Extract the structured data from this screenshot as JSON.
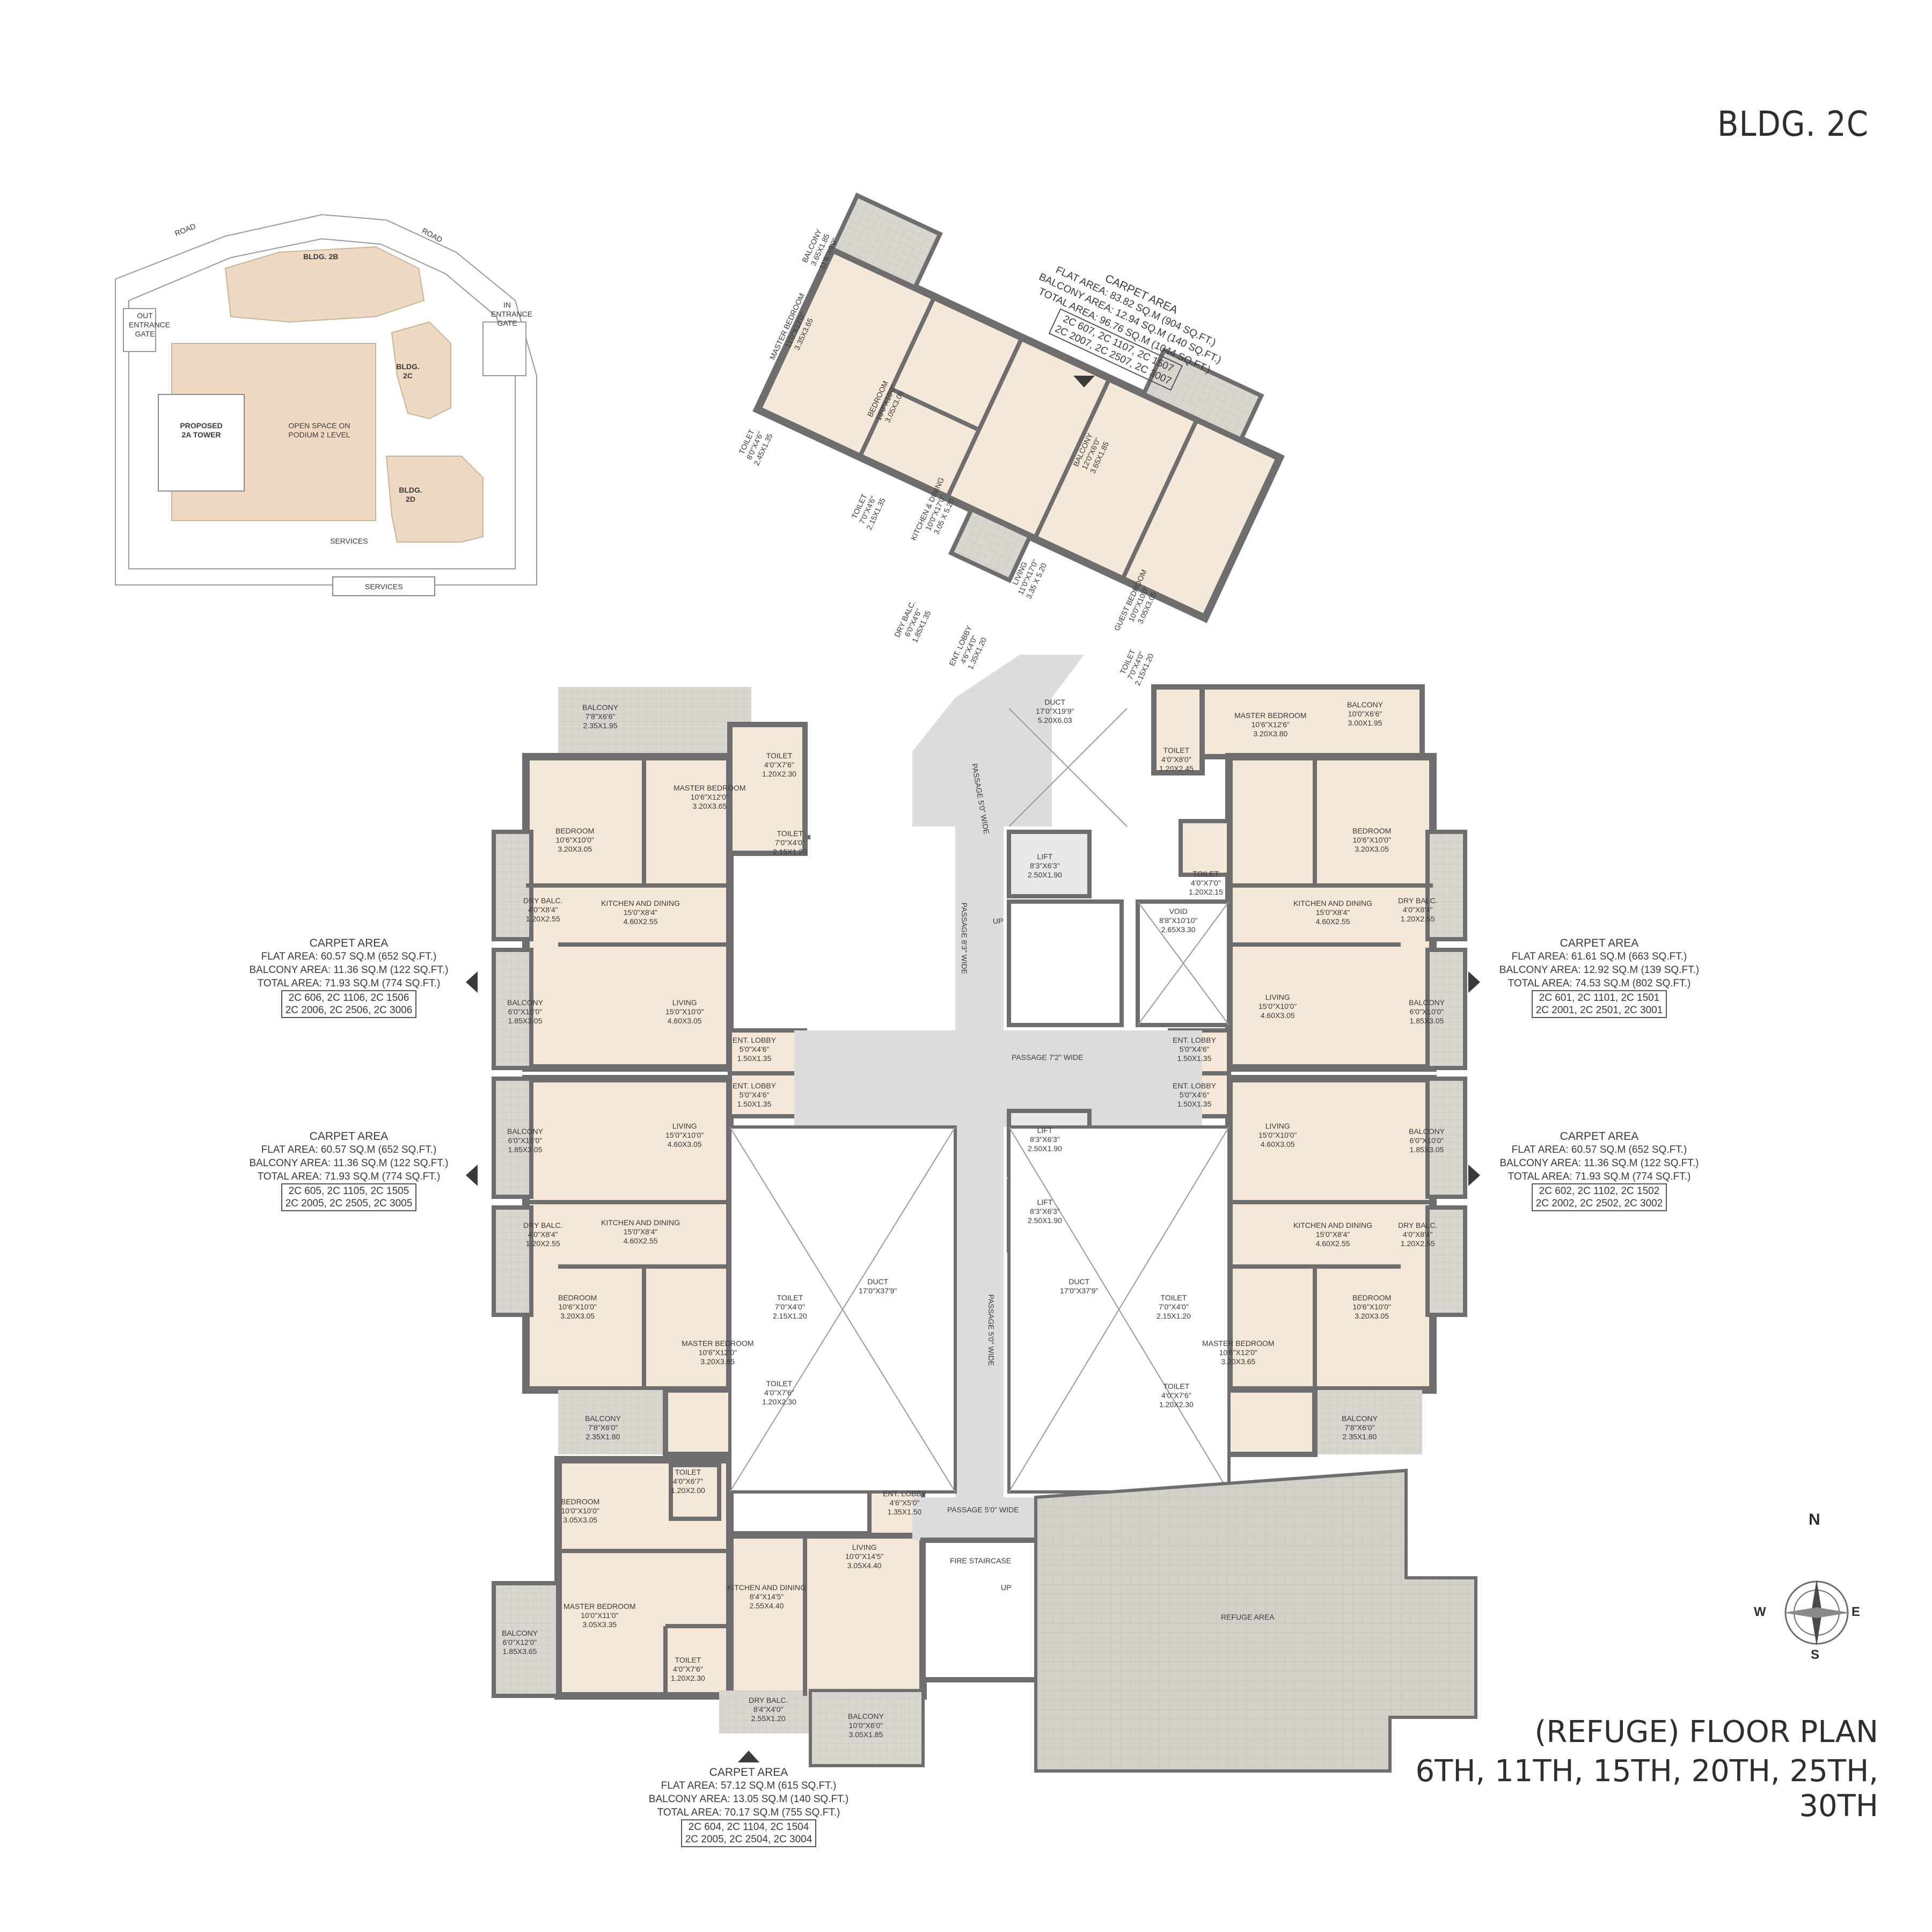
{
  "header": {
    "building": "BLDG. 2C"
  },
  "floor_title": {
    "line1": "(REFUGE) FLOOR PLAN",
    "line2": "6TH, 11TH, 15TH, 20TH, 25TH, 30TH"
  },
  "key_plan": {
    "road_1": "ROAD",
    "road_2": "ROAD",
    "bldg_2b": "BLDG. 2B",
    "bldg_2c": "BLDG. 2C",
    "bldg_2d": "BLDG. 2D",
    "proposed_tower": "PROPOSED 2A TOWER",
    "open_space": "OPEN SPACE ON PODIUM 2 LEVEL",
    "out_gate": "OUT ENTRANCE GATE",
    "in_gate": "IN ENTRANCE GATE",
    "services_1": "SERVICES",
    "services_2": "SERVICES"
  },
  "compass": {
    "n": "N",
    "s": "S",
    "e": "E",
    "w": "W"
  },
  "area_blocks": [
    {
      "heading": "CARPET AREA",
      "flat": "FLAT AREA: 83.82 SQ.M (904 SQ.FT.)",
      "balcony": "BALCONY AREA: 12.94 SQ.M (140 SQ.FT.)",
      "total": "TOTAL AREA: 96.76 SQ.M (1044 SQ.FT.)",
      "units_1": "2C 607, 2C 1107, 2C 1507",
      "units_2": "2C 2007, 2C 2507, 2C 3007"
    },
    {
      "heading": "CARPET AREA",
      "flat": "FLAT AREA: 60.57 SQ.M (652 SQ.FT.)",
      "balcony": "BALCONY AREA: 11.36 SQ.M (122 SQ.FT.)",
      "total": "TOTAL AREA: 71.93 SQ.M (774 SQ.FT.)",
      "units_1": "2C 606, 2C 1106, 2C 1506",
      "units_2": "2C 2006, 2C 2506, 2C 3006"
    },
    {
      "heading": "CARPET AREA",
      "flat": "FLAT AREA: 60.57 SQ.M (652 SQ.FT.)",
      "balcony": "BALCONY AREA: 11.36 SQ.M (122 SQ.FT.)",
      "total": "TOTAL AREA: 71.93 SQ.M (774 SQ.FT.)",
      "units_1": "2C 605, 2C 1105, 2C 1505",
      "units_2": "2C 2005, 2C 2505, 2C 3005"
    },
    {
      "heading": "CARPET AREA",
      "flat": "FLAT AREA: 61.61 SQ.M (663 SQ.FT.)",
      "balcony": "BALCONY AREA: 12.92 SQ.M (139 SQ.FT.)",
      "total": "TOTAL AREA: 74.53 SQ.M (802 SQ.FT.)",
      "units_1": "2C 601, 2C 1101, 2C 1501",
      "units_2": "2C 2001, 2C 2501, 2C 3001"
    },
    {
      "heading": "CARPET AREA",
      "flat": "FLAT AREA: 60.57 SQ.M (652 SQ.FT.)",
      "balcony": "BALCONY AREA: 11.36 SQ.M (122 SQ.FT.)",
      "total": "TOTAL AREA: 71.93 SQ.M (774 SQ.FT.)",
      "units_1": "2C 602, 2C 1102, 2C 1502",
      "units_2": "2C 2002, 2C 2502, 2C 3002"
    },
    {
      "heading": "CARPET AREA",
      "flat": "FLAT AREA: 57.12 SQ.M (615 SQ.FT.)",
      "balcony": "BALCONY AREA: 13.05 SQ.M (140 SQ.FT.)",
      "total": "TOTAL AREA: 70.17 SQ.M (755 SQ.FT.)",
      "units_1": "2C 604, 2C 1104, 2C 1504",
      "units_2": "2C 2005, 2C 2504, 2C 3004"
    }
  ],
  "core_labels": {
    "passage_top": "PASSAGE 5'0\" WIDE",
    "passage_mid": "PASSAGE 8'3\" WIDE",
    "passage_cross": "PASSAGE 7'2\" WIDE",
    "passage_low": "PASSAGE 5'0\" WIDE",
    "passage_bottom": "PASSAGE 5'0\" WIDE",
    "lift_1": "LIFT\n8'3\"X6'3\"\n2.50X1.90",
    "lift_2": "LIFT\n8'3\"X6'3\"\n2.50X1.90",
    "lift_3": "LIFT\n8'3\"X6'3\"\n2.50X1.90",
    "void": "VOID\n8'8\"X10'10\"\n2.65X3.30",
    "duct_top": "DUCT\n17'0\"X19'9\"\n5.20X6.03",
    "duct_left": "DUCT\n17'0\"X37'9\"",
    "duct_right": "DUCT\n17'0\"X37'9\"",
    "fire_stair": "FIRE STAIRCASE",
    "up_1": "UP",
    "up_2": "UP",
    "refuge": "REFUGE AREA"
  },
  "unit_607_rooms": {
    "balcony_a": "BALCONY\n3.65X1.85\n11'6\"X6'0\"",
    "master": "MASTER BEDROOM\n11'0\"X12'0\"\n3.35X3.65",
    "bedroom": "BEDROOM\n10'0\"X10'0\"\n3.05X3.05",
    "toilet_a": "TOILET\n8'0\"X4'6\"\n2.45X1.35",
    "toilet_b": "TOILET\n7'0\"X4'6\"\n2.15X1.35",
    "kitchen": "KITCHEN & DINING\n10'0\"X17'0\"\n3.05 X 5.20",
    "living": "LIVING\n11'0\"X17'0\"\n3.35 X 5.20",
    "balcony_b": "BALCONY\n12'0\"X6'0\"\n3.65X1.85",
    "guest": "GUEST BEDROOM\n10'0\"X10'0\"\n3.05X3.05",
    "toilet_c": "TOILET\n7'0\"X4'0\"\n2.15X1.20",
    "dry_balc": "DRY BALC.\n6'0\"X4'6\"\n1.85X1.35",
    "ent_lobby": "ENT. LOBBY\n4'6\"X4'0\"\n1.35X1.20"
  },
  "unit_606_rooms": {
    "balcony": "BALCONY\n7'8\"X6'6\"\n2.35X1.95",
    "master": "MASTER BEDROOM\n10'6\"X12'0\"\n3.20X3.65",
    "toilet_a": "TOILET\n4'0\"X7'6\"\n1.20X2.30",
    "toilet_b": "TOILET\n7'0\"X4'0\"\n2.15X1.20",
    "bedroom": "BEDROOM\n10'6\"X10'0\"\n3.20X3.05",
    "dry_balc": "DRY BALC.\n4'0\"X8'4\"\n1.20X2.55",
    "kitchen": "KITCHEN AND DINING\n15'0\"X8'4\"\n4.60X2.55",
    "balcony_b": "BALCONY\n6'0\"X10'0\"\n1.85X3.05",
    "living": "LIVING\n15'0\"X10'0\"\n4.60X3.05",
    "ent_lobby": "ENT. LOBBY\n5'0\"X4'6\"\n1.50X1.35"
  },
  "unit_605_rooms": {
    "ent_lobby": "ENT. LOBBY\n5'0\"X4'6\"\n1.50X1.35",
    "balcony_b": "BALCONY\n6'0\"X10'0\"\n1.85X3.05",
    "living": "LIVING\n15'0\"X10'0\"\n4.60X3.05",
    "dry_balc": "DRY BALC.\n4'0\"X8'4\"\n1.20X2.55",
    "kitchen": "KITCHEN AND DINING\n15'0\"X8'4\"\n4.60X2.55",
    "bedroom": "BEDROOM\n10'6\"X10'0\"\n3.20X3.05",
    "toilet_b": "TOILET\n7'0\"X4'0\"\n2.15X1.20",
    "master": "MASTER BEDROOM\n10'6\"X12'0\"\n3.20X3.65",
    "toilet_a": "TOILET\n4'0\"X7'6\"\n1.20X2.30",
    "balcony": "BALCONY\n7'8\"X6'0\"\n2.35X1.80"
  },
  "unit_601_rooms": {
    "toilet_a": "TOILET\n4'0\"X8'0\"\n1.20X2.45",
    "master": "MASTER BEDROOM\n10'6\"X12'6\"\n3.20X3.80",
    "balcony": "BALCONY\n10'0\"X6'6\"\n3.00X1.95",
    "bedroom": "BEDROOM\n10'6\"X10'0\"\n3.20X3.05",
    "toilet_b": "TOILET\n4'0\"X7'0\"\n1.20X2.15",
    "kitchen": "KITCHEN AND DINING\n15'0\"X8'4\"\n4.60X2.55",
    "dry_balc": "DRY BALC.\n4'0\"X8'4\"\n1.20X2.55",
    "living": "LIVING\n15'0\"X10'0\"\n4.60X3.05",
    "balcony_b": "BALCONY\n6'0\"X10'0\"\n1.85X3.05",
    "ent_lobby": "ENT. LOBBY\n5'0\"X4'6\"\n1.50X1.35"
  },
  "unit_602_rooms": {
    "ent_lobby": "ENT. LOBBY\n5'0\"X4'6\"\n1.50X1.35",
    "living": "LIVING\n15'0\"X10'0\"\n4.60X3.05",
    "balcony_b": "BALCONY\n6'0\"X10'0\"\n1.85X3.05",
    "kitchen": "KITCHEN AND DINING\n15'0\"X8'4\"\n4.60X2.55",
    "dry_balc": "DRY BALC.\n4'0\"X8'4\"\n1.20X2.55",
    "toilet_a": "TOILET\n7'0\"X4'0\"\n2.15X1.20",
    "bedroom": "BEDROOM\n10'6\"X10'0\"\n3.20X3.05",
    "master": "MASTER BEDROOM\n10'6\"X12'0\"\n3.20X3.65",
    "toilet_b": "TOILET\n4'0\"X7'6\"\n1.20X2.30",
    "balcony": "BALCONY\n7'8\"X6'0\"\n2.35X1.80"
  },
  "unit_604_rooms": {
    "bedroom": "BEDROOM\n10'0\"X10'0\"\n3.05X3.05",
    "toilet_a": "TOILET\n4'0\"X6'7\"\n1.20X2.00",
    "ent_lobby": "ENT. LOBBY\n4'6\"X5'0\"\n1.35X1.50",
    "living": "LIVING\n10'0\"X14'5\"\n3.05X4.40",
    "kitchen": "KITCHEN AND DINING\n8'4\"X14'5\"\n2.55X4.40",
    "master": "MASTER BEDROOM\n10'0\"X11'0\"\n3.05X3.35",
    "balcony_a": "BALCONY\n6'0\"X12'0\"\n1.85X3.65",
    "toilet_b": "TOILET\n4'0\"X7'6\"\n1.20X2.30",
    "dry_balc": "DRY BALC.\n8'4\"X4'0\"\n2.55X1.20",
    "balcony_b": "BALCONY\n10'0\"X6'0\"\n3.05X1.85"
  },
  "colors": {
    "room": "#f6e8d8",
    "wall": "#6e6e6e",
    "balcony": "#d6d4cc",
    "passage": "#dcdcdc",
    "keyplan_bldg": "#f0d9c2"
  }
}
